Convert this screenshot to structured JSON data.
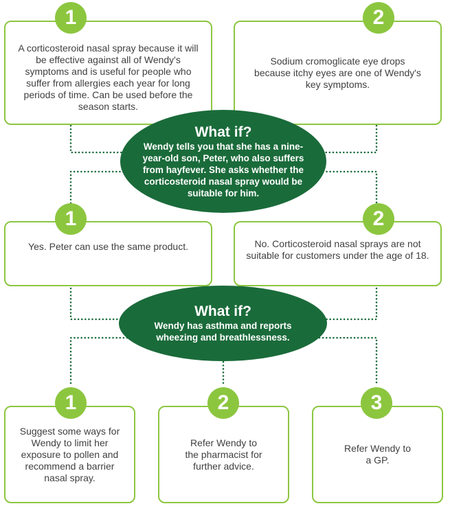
{
  "accent_color": "#8cc63f",
  "oval_color": "#1a6b3a",
  "top_options": [
    {
      "number": "1",
      "text": "A corticosteroid nasal spray because it will be effective against all of Wendy's symptoms and is useful for people who suffer from allergies each year for long periods of time. Can be used before the season starts."
    },
    {
      "number": "2",
      "text": "Sodium cromoglicate eye drops because itchy eyes are one of Wendy's key symptoms."
    }
  ],
  "what_if_1": {
    "title": "What if?",
    "text_before": "Wendy tells you that she has a ",
    "highlight": "nine-year-old son",
    "text_after": ", Peter, who also suffers from hayfever. She asks whether the corticosteroid nasal spray would be suitable for him."
  },
  "middle_options": [
    {
      "number": "1",
      "text": "Yes. Peter can use the same product."
    },
    {
      "number": "2",
      "text": "No. Corticosteroid nasal sprays are not suitable for customers under the age of 18."
    }
  ],
  "what_if_2": {
    "title": "What if?",
    "text": "Wendy has asthma and reports wheezing and breathlessness."
  },
  "bottom_options": [
    {
      "number": "1",
      "text": "Suggest some ways for Wendy to limit her exposure to pollen and recommend a barrier nasal spray."
    },
    {
      "number": "2",
      "text": "Refer Wendy to the pharmacist for further advice."
    },
    {
      "number": "3",
      "text": "Refer Wendy to a GP."
    }
  ]
}
